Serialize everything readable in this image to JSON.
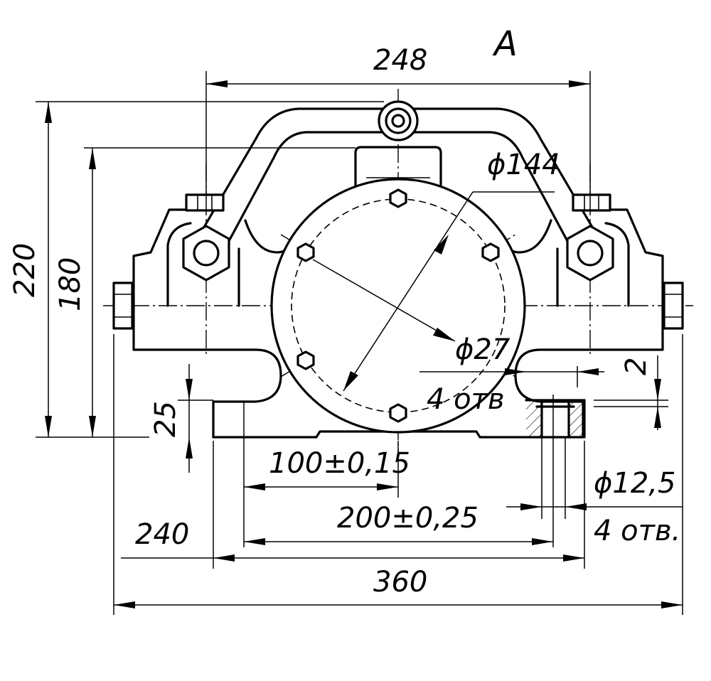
{
  "view_label": "A",
  "dimensions": {
    "width_top": "248",
    "height_overall": "220",
    "height_axis": "180",
    "base_thickness": "25",
    "hole_circle_dia": "ϕ144",
    "small_hole_dia": "ϕ27",
    "small_hole_count": "4 отв",
    "gap": "2",
    "half_spacing": "100±0,15",
    "bolt_spacing": "200±0,25",
    "mount_hole_dia": "ϕ12,5",
    "mount_hole_count": "4 отв.",
    "base_length": "240",
    "overall_length": "360"
  }
}
